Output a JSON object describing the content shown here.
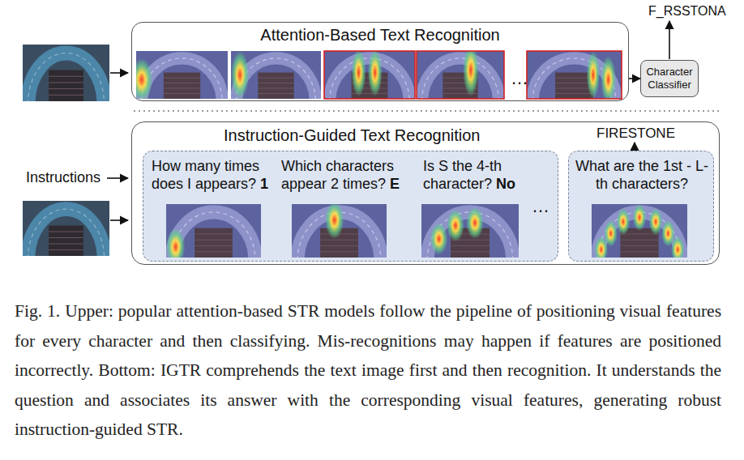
{
  "diagram": {
    "caption": "Fig. 1. Upper: popular attention-based STR models follow the pipeline of positioning visual features for every character and then classifying. Mis-recognitions may happen if features are positioned incorrectly. Bottom: IGTR comprehends the text image first and then recognition. It understands the question and associates its answer with the corresponding visual features, generating robust instruction-guided STR.",
    "nodes": [
      {
        "text": [
          "Attention-Based Text Recognition"
        ]
      },
      {
        "text": [
          "Character Classifier"
        ]
      },
      {
        "text": [
          "Instruction-Guided Text Recognition"
        ]
      },
      {
        "text": [
          "How many times does I appears?",
          "1",
          "Which characters appear 2 times?",
          "E",
          "Is S the 4-th character?",
          "No"
        ],
        "in": 2
      },
      {
        "text": [
          "What are the 1st - L-th characters?"
        ],
        "in": 2
      }
    ],
    "edges": [
      {
        "from": 0,
        "to": 1,
        "arrow": "to"
      }
    ],
    "labels": [
      "F_RSSTONA",
      "Instructions",
      "FIRESTONE",
      "…",
      "…"
    ]
  }
}
